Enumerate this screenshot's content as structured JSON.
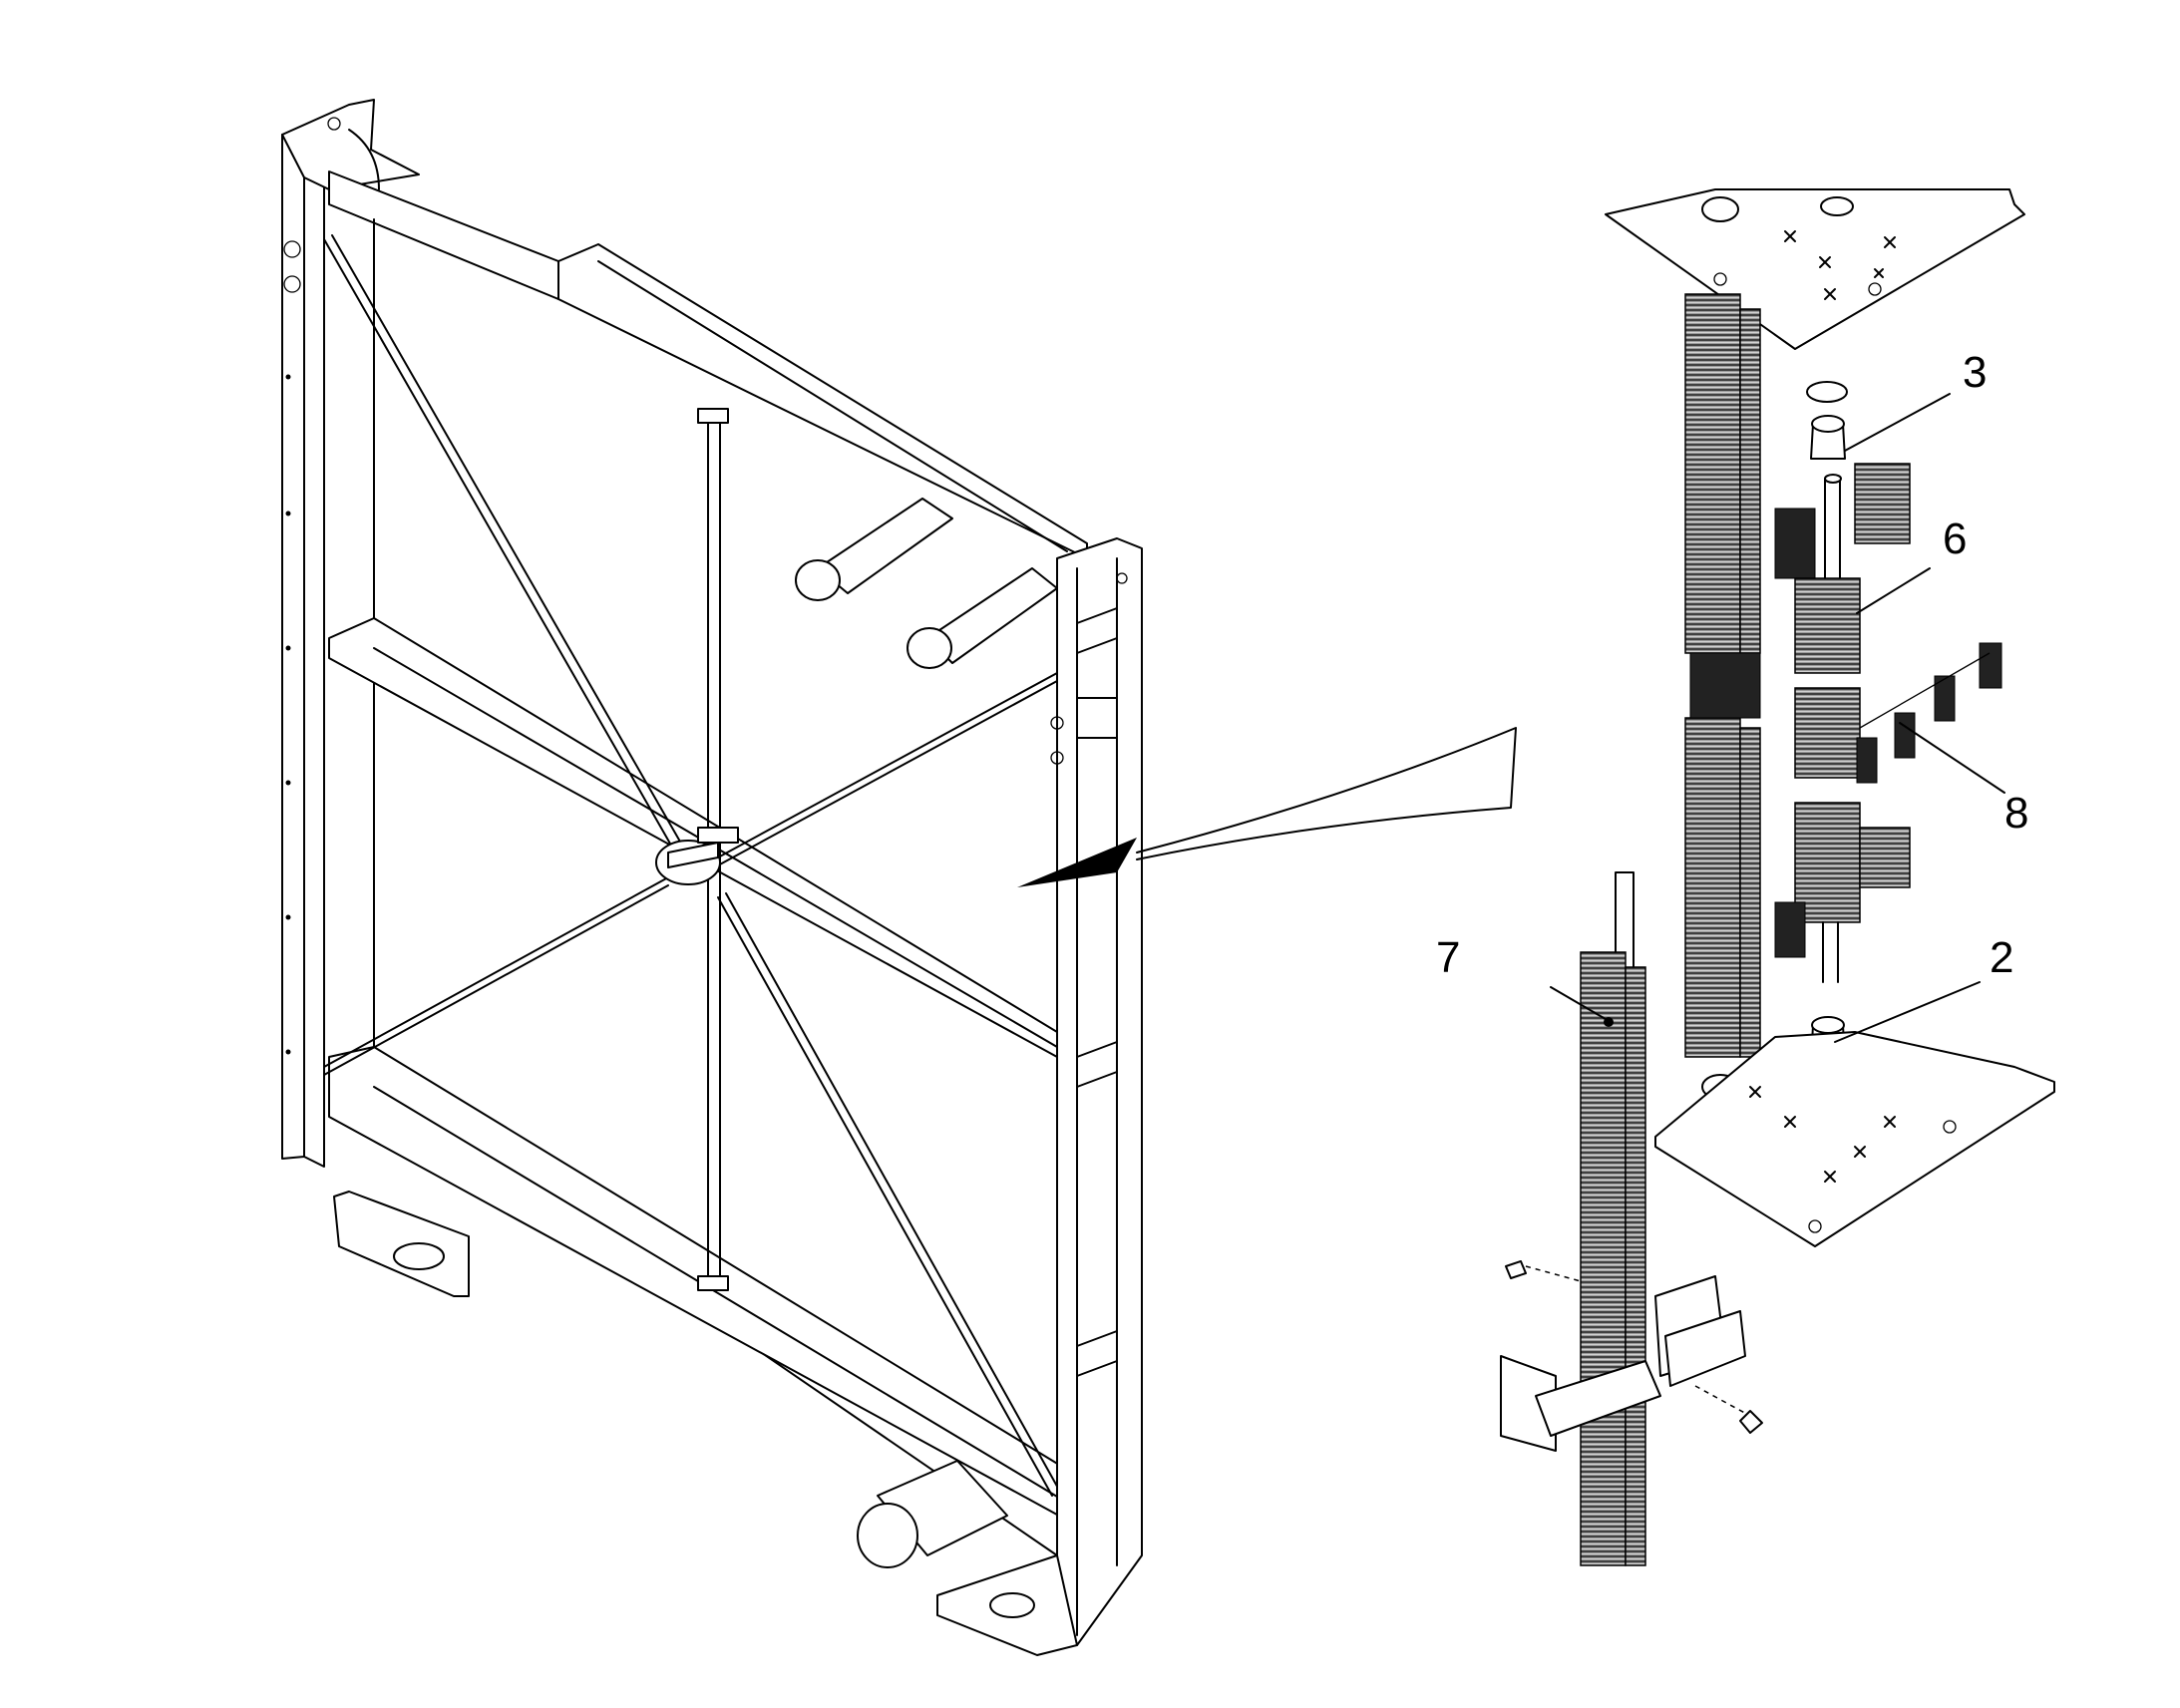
{
  "callouts": [
    {
      "id": "3",
      "label": "3"
    },
    {
      "id": "6",
      "label": "6"
    },
    {
      "id": "8",
      "label": "8"
    },
    {
      "id": "2",
      "label": "2"
    },
    {
      "id": "7",
      "label": "7"
    }
  ]
}
